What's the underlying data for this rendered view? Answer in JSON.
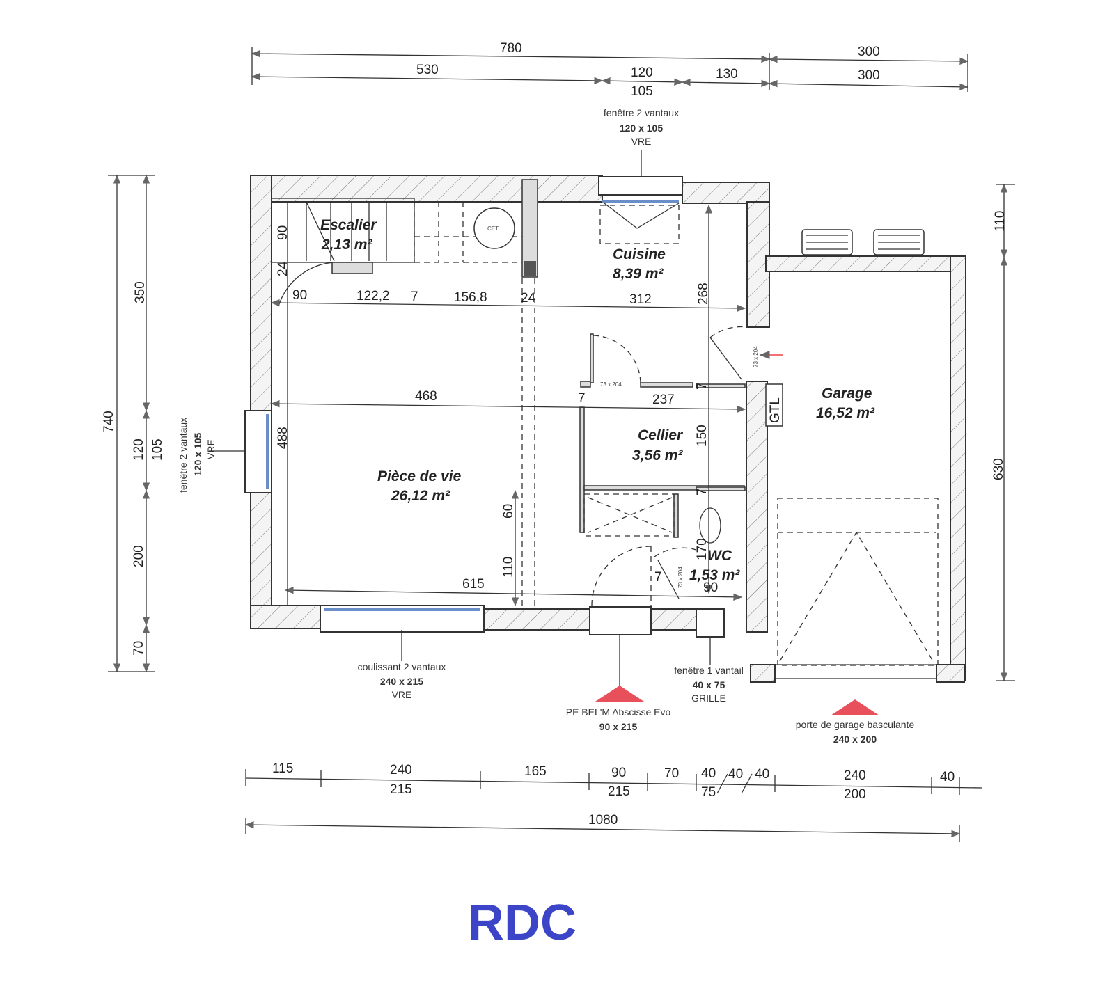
{
  "title": "RDC",
  "rooms": {
    "escalier": {
      "name": "Escalier",
      "area": "2,13 m²"
    },
    "cuisine": {
      "name": "Cuisine",
      "area": "8,39 m²"
    },
    "piece_de_vie": {
      "name": "Pièce de vie",
      "area": "26,12 m²"
    },
    "cellier": {
      "name": "Cellier",
      "area": "3,56 m²"
    },
    "wc": {
      "name": "WC",
      "area": "1,53 m²"
    },
    "garage": {
      "name": "Garage",
      "area": "16,52 m²"
    }
  },
  "equipment": {
    "cet": "CET",
    "gtl": "GTL",
    "door_size": "73 x 204"
  },
  "openings": {
    "kitchen_window": {
      "type": "fenêtre 2 vantaux",
      "size": "120 x 105",
      "option": "VRE"
    },
    "left_window": {
      "type": "fenêtre 2 vantaux",
      "size": "120 x 105",
      "option": "VRE"
    },
    "sliding_door": {
      "type": "coulissant 2 vantaux",
      "size": "240 x 215",
      "option": "VRE"
    },
    "entry_door": {
      "type": "PE BEL'M Abscisse Evo",
      "size": "90 x 215"
    },
    "wc_window": {
      "type": "fenêtre 1 vantail",
      "size": "40 x 75",
      "option": "GRILLE"
    },
    "garage_door": {
      "type": "porte de garage basculante",
      "size": "240 x 200"
    }
  },
  "dimensions": {
    "top": {
      "house": "780",
      "garage": "300",
      "seg1": "530",
      "win": "120",
      "win_h": "105",
      "seg3": "130",
      "garage2": "300"
    },
    "left": {
      "total": "740",
      "a": "350",
      "win": "120",
      "win_h": "105",
      "b": "200",
      "c": "70"
    },
    "right": {
      "a": "110",
      "b": "630"
    },
    "interior": {
      "stair_v": "90",
      "stair_24": "24",
      "d90": "90",
      "d122": "122,2",
      "d7a": "7",
      "d156": "156,8",
      "d24": "24",
      "d312": "312",
      "d268": "268",
      "d468": "468",
      "d7b": "7",
      "d237": "237",
      "d7c": "7",
      "d488": "488",
      "d150": "150",
      "d7d": "7",
      "d60": "60",
      "d110": "110",
      "d615": "615",
      "d170": "170",
      "d7e": "7",
      "d90b": "90"
    },
    "bottom": {
      "s1": "115",
      "s2": "240",
      "s2b": "215",
      "s3": "165",
      "s4": "90",
      "s4b": "215",
      "s5": "70",
      "s6": "40",
      "s6b": "75",
      "s7": "40",
      "s8": "40",
      "s9": "240",
      "s9b": "200",
      "s10": "40",
      "total": "1080"
    }
  }
}
